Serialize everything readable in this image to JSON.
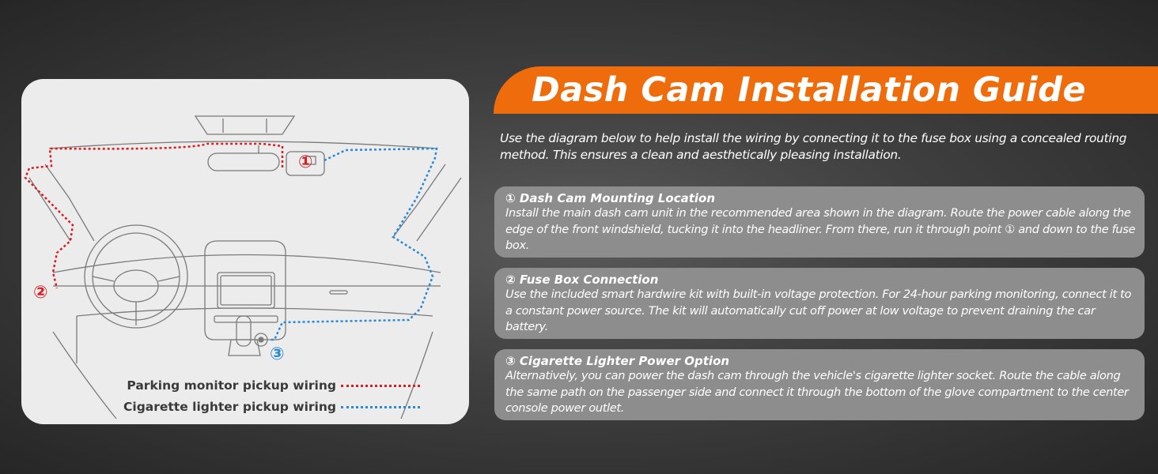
{
  "title": "Dash Cam Installation Guide",
  "intro": "Use the diagram below to help install the wiring by connecting it to the fuse box using a concealed routing method. This ensures a clean and aesthetically pleasing installation.",
  "steps": [
    {
      "title": "① Dash Cam Mounting Location",
      "body": "Install the main dash cam unit in the recommended area shown in the diagram. Route the power cable along the edge of the front windshield, tucking it into the headliner. From there, run it through point ① and down to the fuse box."
    },
    {
      "title": "② Fuse Box Connection",
      "body": "Use the included smart hardwire kit with built-in voltage protection. For 24-hour parking monitoring, connect it to a constant power source. The kit will automatically cut off power at low voltage to prevent draining the car battery."
    },
    {
      "title": "③ Cigarette Lighter Power Option",
      "body": "Alternatively, you can power the dash cam through the vehicle's cigarette lighter socket. Route the cable along the same path on the passenger side and connect it through the bottom of the glove compartment to the center console power outlet."
    }
  ],
  "diagram": {
    "markers": [
      "①",
      "②",
      "③"
    ],
    "legend": {
      "parking": "Parking monitor pickup wiring",
      "cigarette": "Cigarette lighter pickup wiring"
    }
  },
  "colors": {
    "accent": "#ee6c0b",
    "parking_wire": "#d51f25",
    "cigarette_wire": "#2a8ad6",
    "step_box": "#8d8d8d"
  }
}
